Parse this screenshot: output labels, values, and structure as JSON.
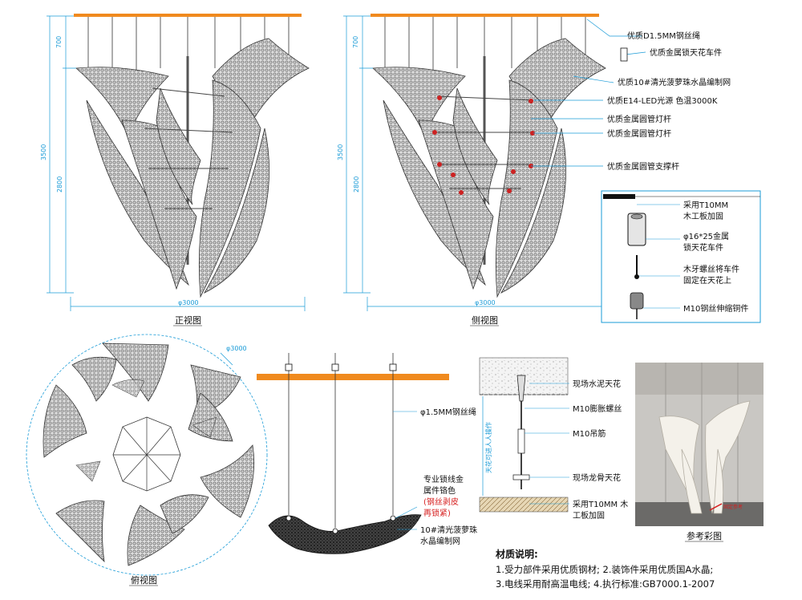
{
  "views": {
    "front_caption": "正视图",
    "side_caption": "侧视图",
    "top_caption": "俯视图",
    "photo_caption": "参考彩图"
  },
  "dimensions": {
    "front_top": "700",
    "front_total": "3500",
    "front_body": "2800",
    "side_top": "700",
    "side_total": "3500",
    "side_body": "2800",
    "front_width": "φ3000",
    "side_width": "φ3000",
    "top_diameter": "φ3000"
  },
  "callouts": {
    "wire": "优质D1.5MM钢丝绳",
    "ceiling_fitting": "优质金属锁天花车件",
    "mesh": "优质10#清光菠萝珠水晶编制网",
    "light": "优质E14-LED光源 色温3000K",
    "rod1": "优质金属圆管灯杆",
    "rod2": "优质金属圆管灯杆",
    "support": "优质金属圆管支撑杆"
  },
  "detail_box": {
    "board": [
      "采用T10MM",
      "木工板加固"
    ],
    "cap": [
      "φ16*25金属",
      "锁天花车件"
    ],
    "screw": [
      "木牙螺丝将车件",
      "固定在天花上"
    ],
    "sleeve": "M10钢丝伸缩铜件"
  },
  "section": {
    "wire": "φ1.5MM钢丝绳",
    "lock": [
      "专业锁线金",
      "属件铬色"
    ],
    "lock_red": [
      "(钢丝剥皮",
      "再锁紧)"
    ],
    "mesh": [
      "10#清光菠萝珠",
      "水晶编制网"
    ]
  },
  "install": {
    "concrete": "现场水泥天花",
    "bolt": "M10膨胀螺丝",
    "rod": "M10吊筋",
    "keel": "现场龙骨天花",
    "board": [
      "采用T10MM 木",
      "工板加固"
    ],
    "vertical": "天花可进人人操作"
  },
  "photo_tag": "固定参考",
  "materials": {
    "title": "材质说明:",
    "line1": "1.受力部件采用优质钢材; 2.装饰件采用优质国A水晶;",
    "line2": "3.电线采用耐高温电线;     4.执行标准:GB7000.1-2007"
  },
  "colors": {
    "ceiling_bar": "#f08a1e",
    "dimension": "#1a9bd7",
    "red": "#d61f1f"
  }
}
